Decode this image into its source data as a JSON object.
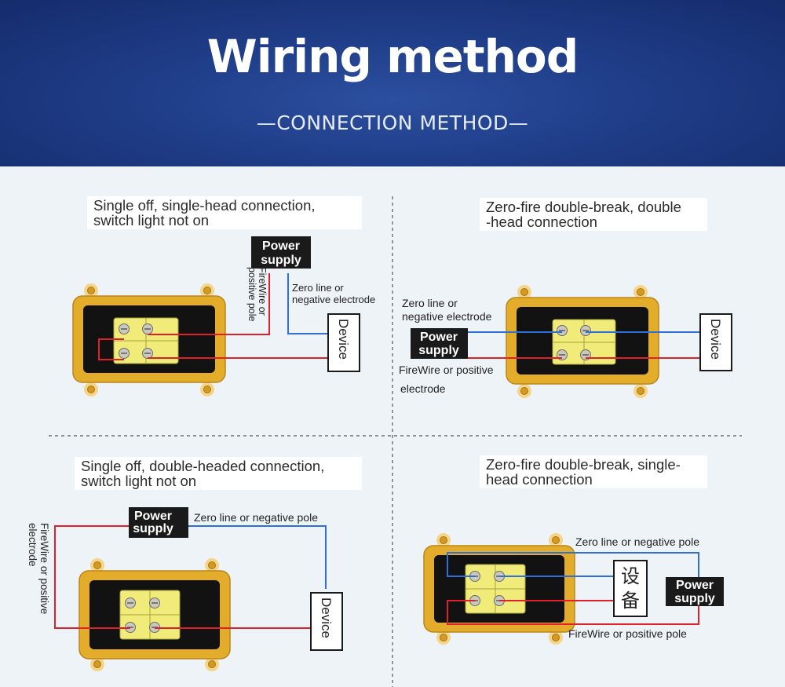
{
  "header": {
    "title": "Wiring method",
    "subtitle": "—CONNECTION METHOD—"
  },
  "colors": {
    "banner": "#1f3d88",
    "live_wire": "#e0202a",
    "neutral_wire": "#2f6fd8",
    "housing": "#e3ac2a",
    "terminal_block": "#f1ec7a"
  },
  "panels": [
    {
      "caption_line1": "Single off, single-head connection,",
      "caption_line2": "switch light not on",
      "power_label_line1": "Power",
      "power_label_line2": "supply",
      "live_label_line1": "FireWire or",
      "live_label_line2": "positive pole",
      "neutral_label_line1": "Zero line or",
      "neutral_label_line2": "negative electrode",
      "device_label": "Device"
    },
    {
      "caption_line1": "Zero-fire double-break, double",
      "caption_line2": "-head connection",
      "power_label_line1": "Power",
      "power_label_line2": "supply",
      "neutral_label_line1": "Zero line or",
      "neutral_label_line2": "negative electrode",
      "live_label_line1": "FireWire or positive",
      "live_label_line2": "electrode",
      "device_label": "Device"
    },
    {
      "caption_line1": "Single off, double-headed connection,",
      "caption_line2": "switch light not on",
      "power_label_line1": "Power",
      "power_label_line2": "supply",
      "neutral_label": "Zero line or negative pole",
      "live_label_line1": "FireWire or positive",
      "live_label_line2": "electrode",
      "device_label": "Device"
    },
    {
      "caption_line1": "Zero-fire double-break, single-",
      "caption_line2": "head connection",
      "neutral_label": "Zero line or negative pole",
      "device_label_line1": "设",
      "device_label_line2": "备",
      "power_label_line1": "Power",
      "power_label_line2": "supply",
      "live_label": "FireWire or positive pole"
    }
  ]
}
